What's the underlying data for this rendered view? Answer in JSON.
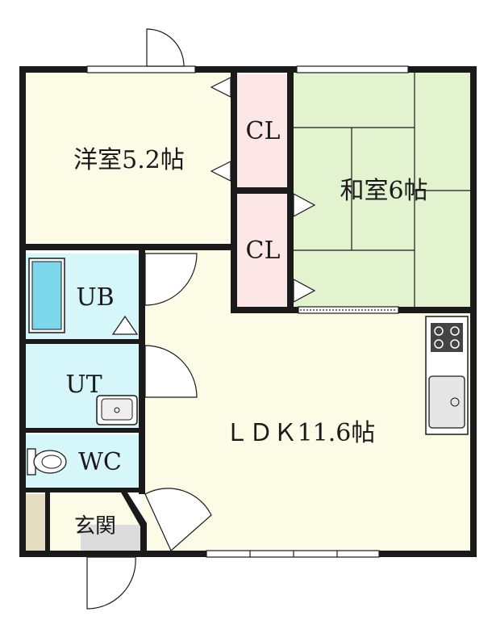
{
  "rooms": {
    "western": "洋室5.2帖",
    "japanese": "和室6帖",
    "closet_top": "CL",
    "closet_bottom": "CL",
    "bath": "UB",
    "utility": "UT",
    "toilet": "WC",
    "entrance": "玄関",
    "ldk": "ＬＤＫ11.6帖"
  },
  "colors": {
    "cream": "#fbfbe6",
    "tatami": "#e3f2cf",
    "closet": "#fde6e6",
    "cyan": "#d5f7fa",
    "genkan_floor": "#dcdcdc",
    "shoe_box": "#e6dcc0",
    "wall": "#1a1a1a"
  }
}
